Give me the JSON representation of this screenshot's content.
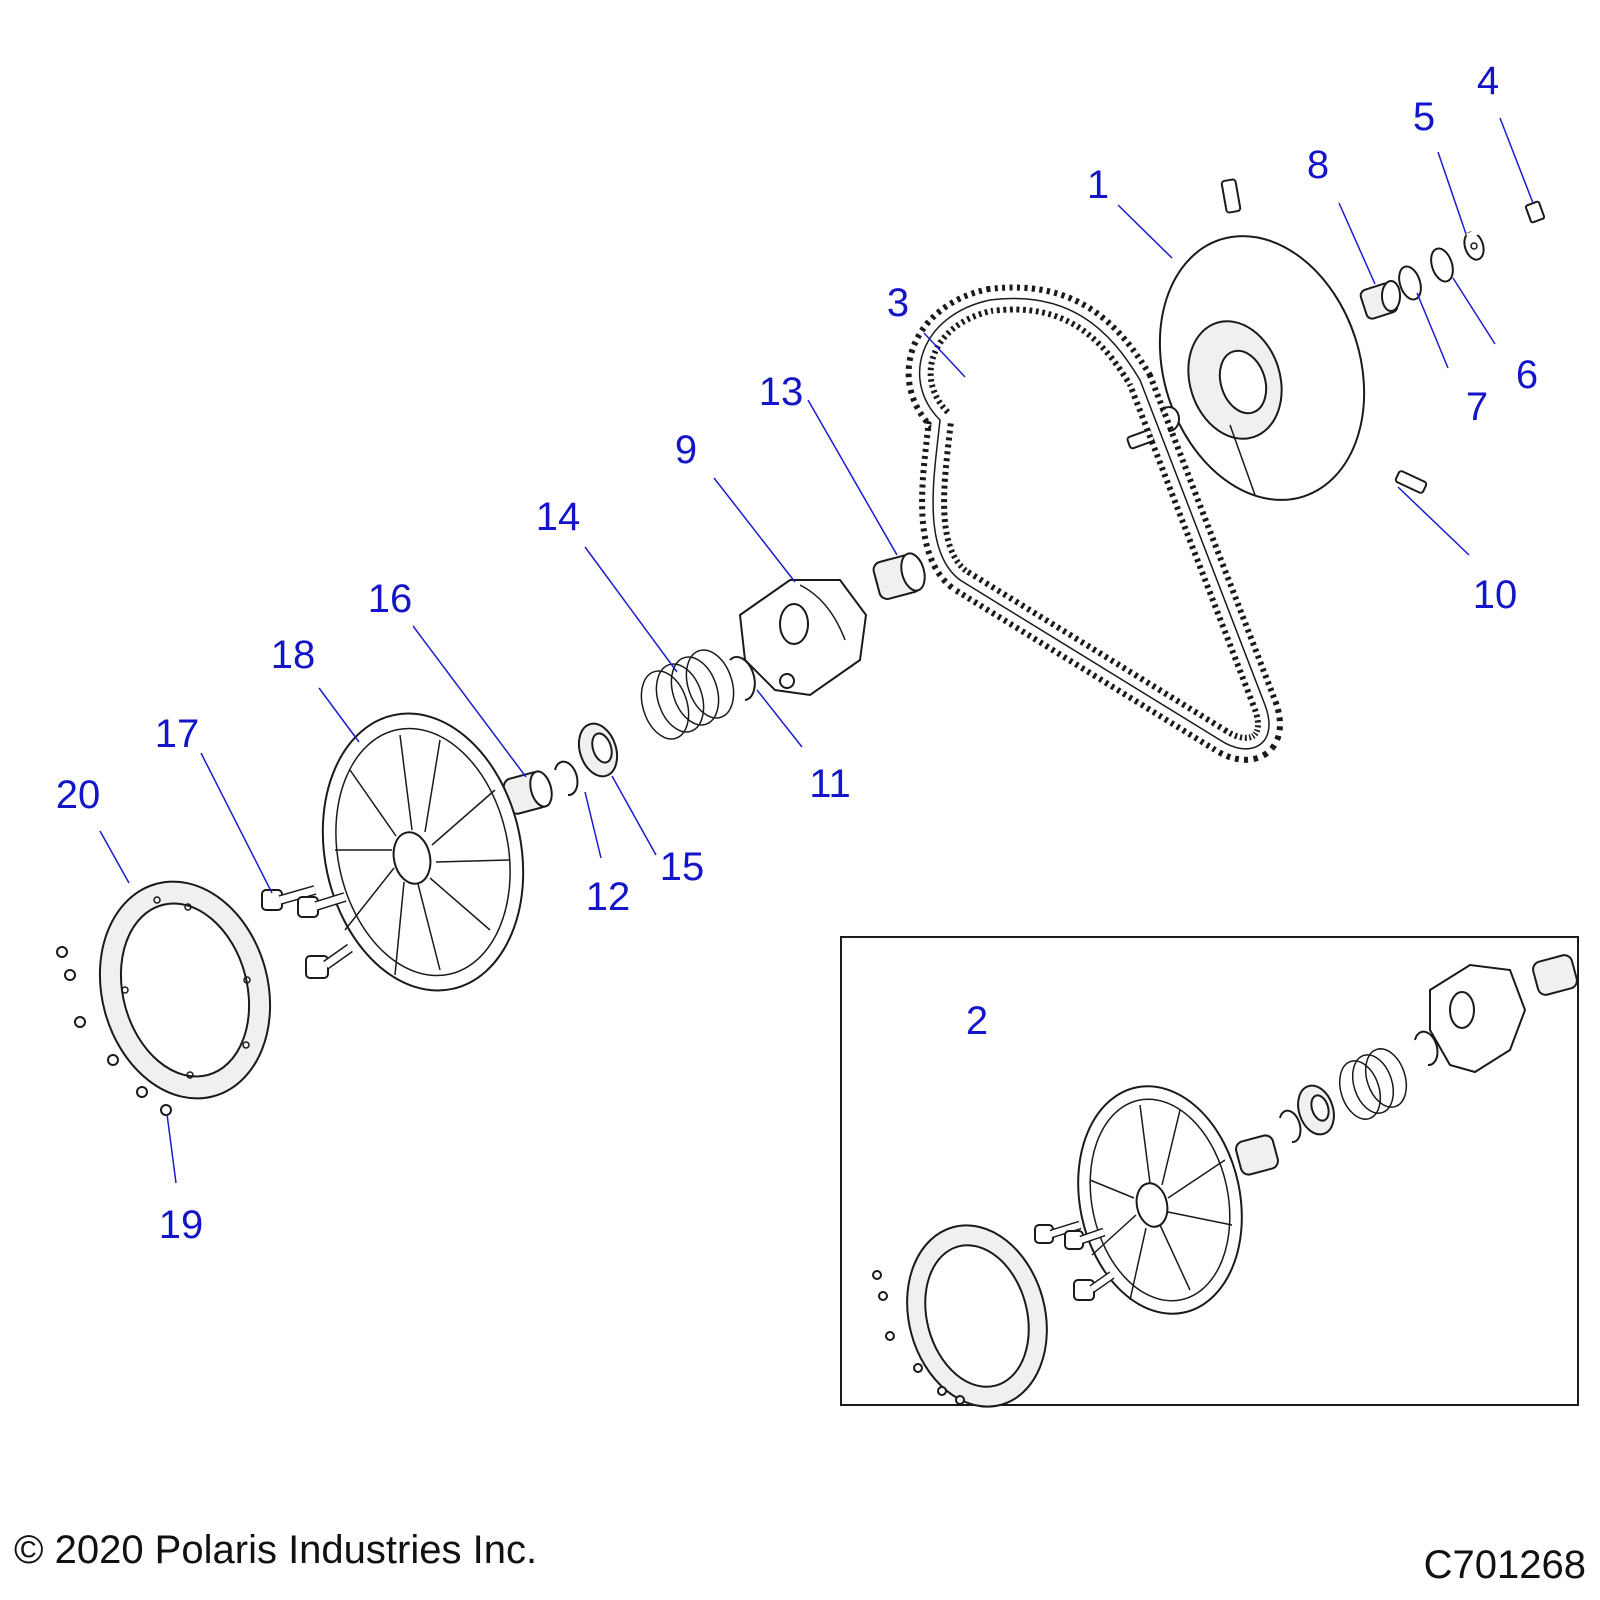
{
  "callouts": [
    {
      "id": "1",
      "label": "1"
    },
    {
      "id": "2",
      "label": "2"
    },
    {
      "id": "3",
      "label": "3"
    },
    {
      "id": "4",
      "label": "4"
    },
    {
      "id": "5",
      "label": "5"
    },
    {
      "id": "6",
      "label": "6"
    },
    {
      "id": "7",
      "label": "7"
    },
    {
      "id": "8",
      "label": "8"
    },
    {
      "id": "9",
      "label": "9"
    },
    {
      "id": "10",
      "label": "10"
    },
    {
      "id": "11",
      "label": "11"
    },
    {
      "id": "12",
      "label": "12"
    },
    {
      "id": "13",
      "label": "13"
    },
    {
      "id": "14",
      "label": "14"
    },
    {
      "id": "15",
      "label": "15"
    },
    {
      "id": "16",
      "label": "16"
    },
    {
      "id": "17",
      "label": "17"
    },
    {
      "id": "18",
      "label": "18"
    },
    {
      "id": "19",
      "label": "19"
    },
    {
      "id": "20",
      "label": "20"
    }
  ],
  "footer": {
    "copyright": "© 2020 Polaris Industries Inc.",
    "drawing_number": "C701268"
  },
  "colors": {
    "callout_text": "#1414c8",
    "leader_line": "#1c1ccf",
    "line_art": "#1a1a1a",
    "background": "#ffffff"
  }
}
